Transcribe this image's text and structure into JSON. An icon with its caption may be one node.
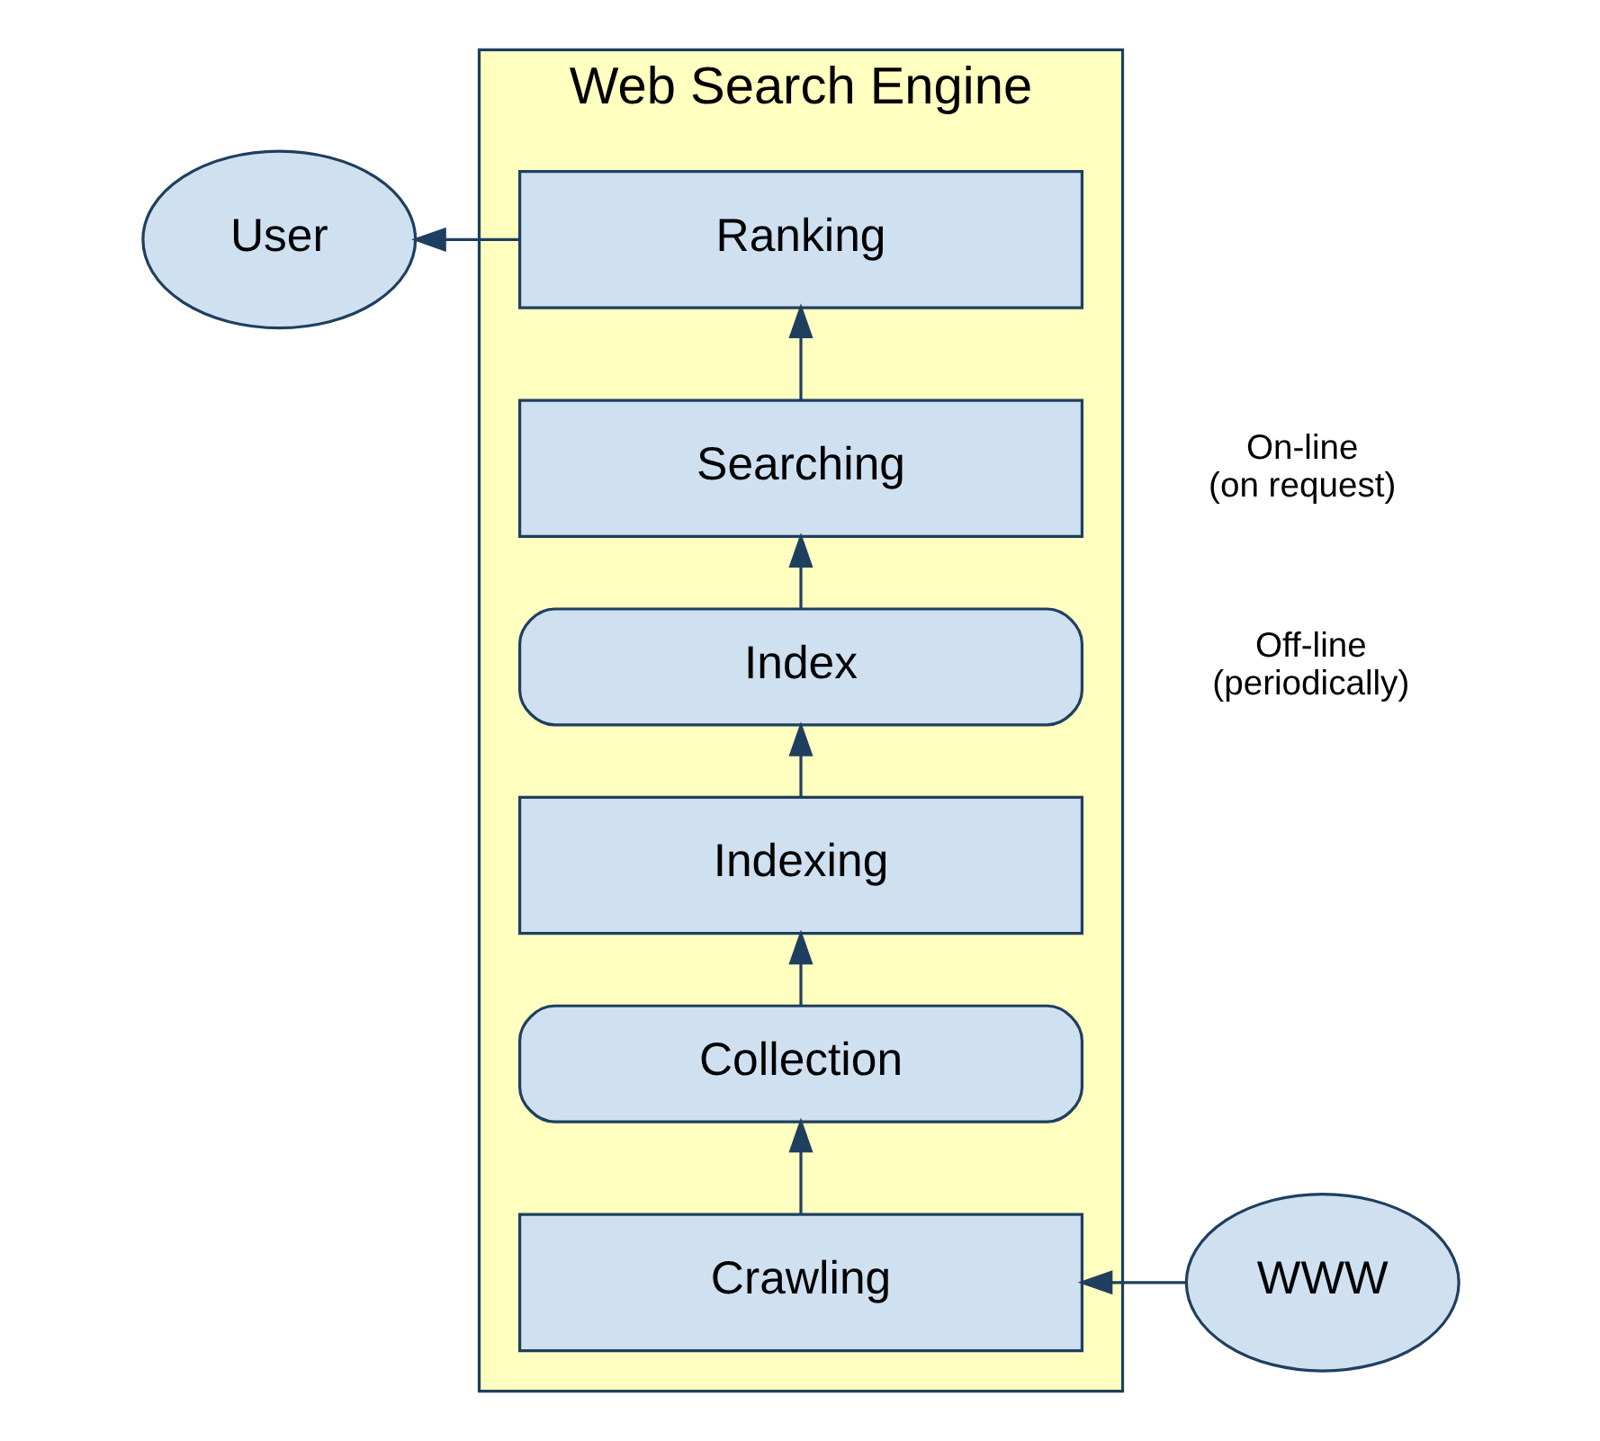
{
  "diagram": {
    "nodes": [
      {
        "text": [
          "User"
        ]
      },
      {
        "text": [
          "Web Search Engine"
        ]
      },
      {
        "text": [
          "Ranking"
        ],
        "in": 1
      },
      {
        "text": [
          "Searching"
        ],
        "in": 1
      },
      {
        "text": [
          "Index"
        ],
        "in": 1
      },
      {
        "text": [
          "Indexing"
        ],
        "in": 1
      },
      {
        "text": [
          "Collection"
        ],
        "in": 1
      },
      {
        "text": [
          "Crawling"
        ],
        "in": 1
      },
      {
        "text": [
          "WWW"
        ]
      }
    ],
    "edges": [
      {
        "from": 2,
        "to": 0,
        "arrow": "to"
      },
      {
        "from": 3,
        "to": 2,
        "arrow": "to"
      },
      {
        "from": 4,
        "to": 3,
        "arrow": "to"
      },
      {
        "from": 5,
        "to": 4,
        "arrow": "to"
      },
      {
        "from": 6,
        "to": 5,
        "arrow": "to"
      },
      {
        "from": 7,
        "to": 6,
        "arrow": "to"
      },
      {
        "from": 8,
        "to": 7,
        "arrow": "to"
      }
    ],
    "labels": [
      "On-line (on request)",
      "Off-line (periodically)"
    ]
  }
}
